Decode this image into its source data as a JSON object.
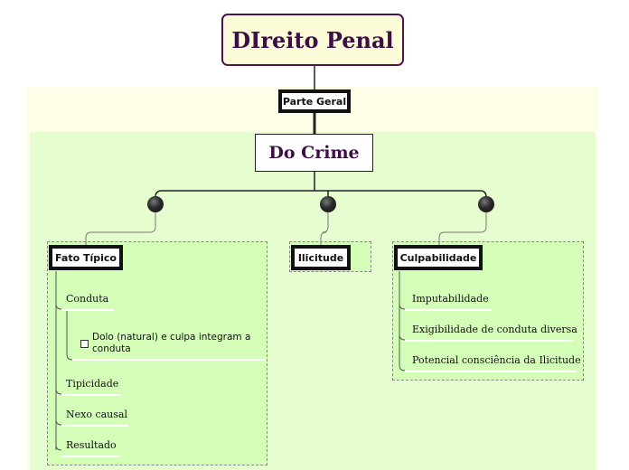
{
  "title": "DIreito Penal",
  "parte_geral": "Parte Geral",
  "do_crime": "Do Crime",
  "fato_tipico": {
    "label": "Fato Típico",
    "items": {
      "conduta": "Conduta",
      "note_line1": "Dolo (natural) e culpa integram a",
      "note_line2": "conduta",
      "tipicidade": "Tipicidade",
      "nexo": "Nexo causal",
      "resultado": "Resultado"
    }
  },
  "ilicitude": {
    "label": "Ilicitude"
  },
  "culpabilidade": {
    "label": "Culpabilidade",
    "items": {
      "imputabilidade": "Imputabilidade",
      "exigibilidade": "Exigibilidade de conduta diversa",
      "potencial": "Potencial consciência da Ilicitude"
    }
  },
  "colors": {
    "title_text": "#3d0f46",
    "title_bg": "#fdfcd8",
    "section_bg": "#fefee8",
    "inner_bg": "#e6fdd0",
    "branch_bg": "#d4fdb8"
  },
  "icons": [
    "node-dot-icon",
    "checkbox-icon"
  ]
}
